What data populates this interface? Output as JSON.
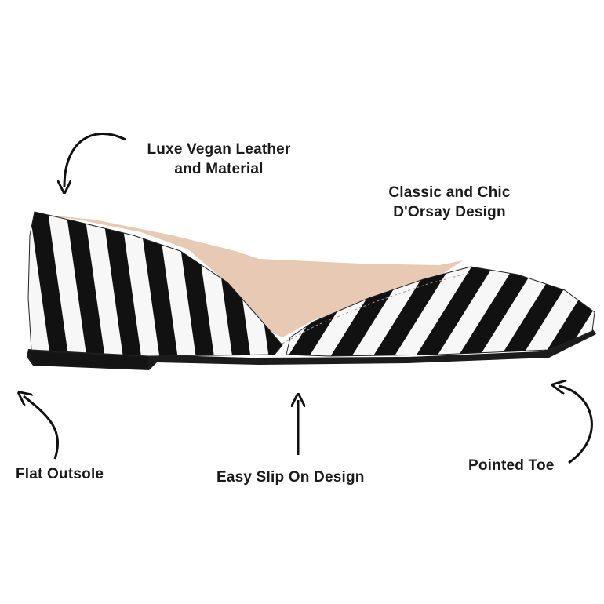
{
  "labels": {
    "luxe_line1": "Luxe Vegan Leather",
    "luxe_line2": "and Material",
    "dorsay_line1": "Classic and Chic",
    "dorsay_line2": "D'Orsay Design",
    "flat_outsole": "Flat Outsole",
    "easy_slip": "Easy Slip On Design",
    "pointed_toe": "Pointed Toe"
  },
  "colors": {
    "stripe_dark": "#111111",
    "stripe_light": "#f7f7f7",
    "lining": "#e8c9b3",
    "sole": "#1c1c1c",
    "text": "#1a1a1a"
  },
  "icons": [
    "curved-arrow-icon",
    "curved-arrow-icon",
    "straight-up-arrow-icon",
    "curved-arrow-icon"
  ]
}
